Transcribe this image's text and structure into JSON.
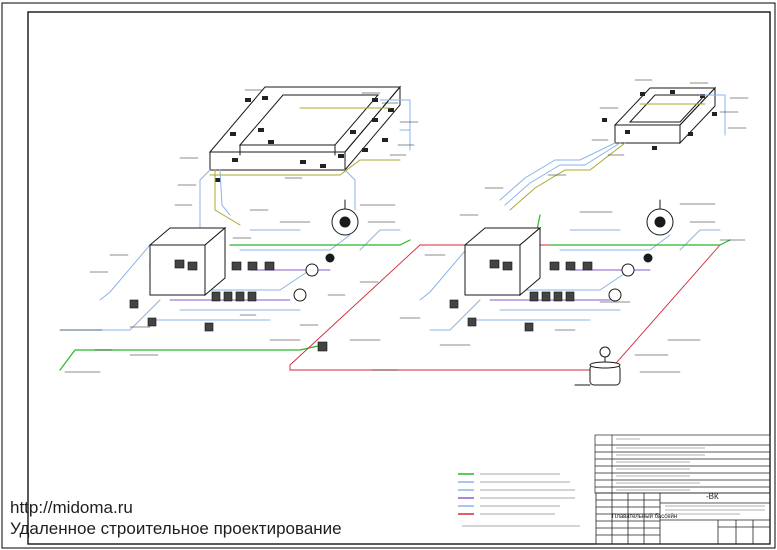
{
  "watermark": {
    "url": "http://midoma.ru",
    "caption": "Удаленное строительное проектирование"
  },
  "title_block": {
    "code": "-ВК",
    "drawing_title": "Плавательный бассейн"
  },
  "colors": {
    "frame": "#000000",
    "pipe_blue": "#8ab4e8",
    "pipe_green": "#27b82a",
    "pipe_red": "#d02a3a",
    "pipe_olive": "#a8a830",
    "pipe_purple": "#8a5ad0",
    "drawing_ink": "#1a1a1a"
  },
  "legend_swatch_colors": [
    "#27b82a",
    "#8ab4e8",
    "#8ab4e8",
    "#8a5ad0",
    "#8ab4e8",
    "#d02a3a"
  ]
}
